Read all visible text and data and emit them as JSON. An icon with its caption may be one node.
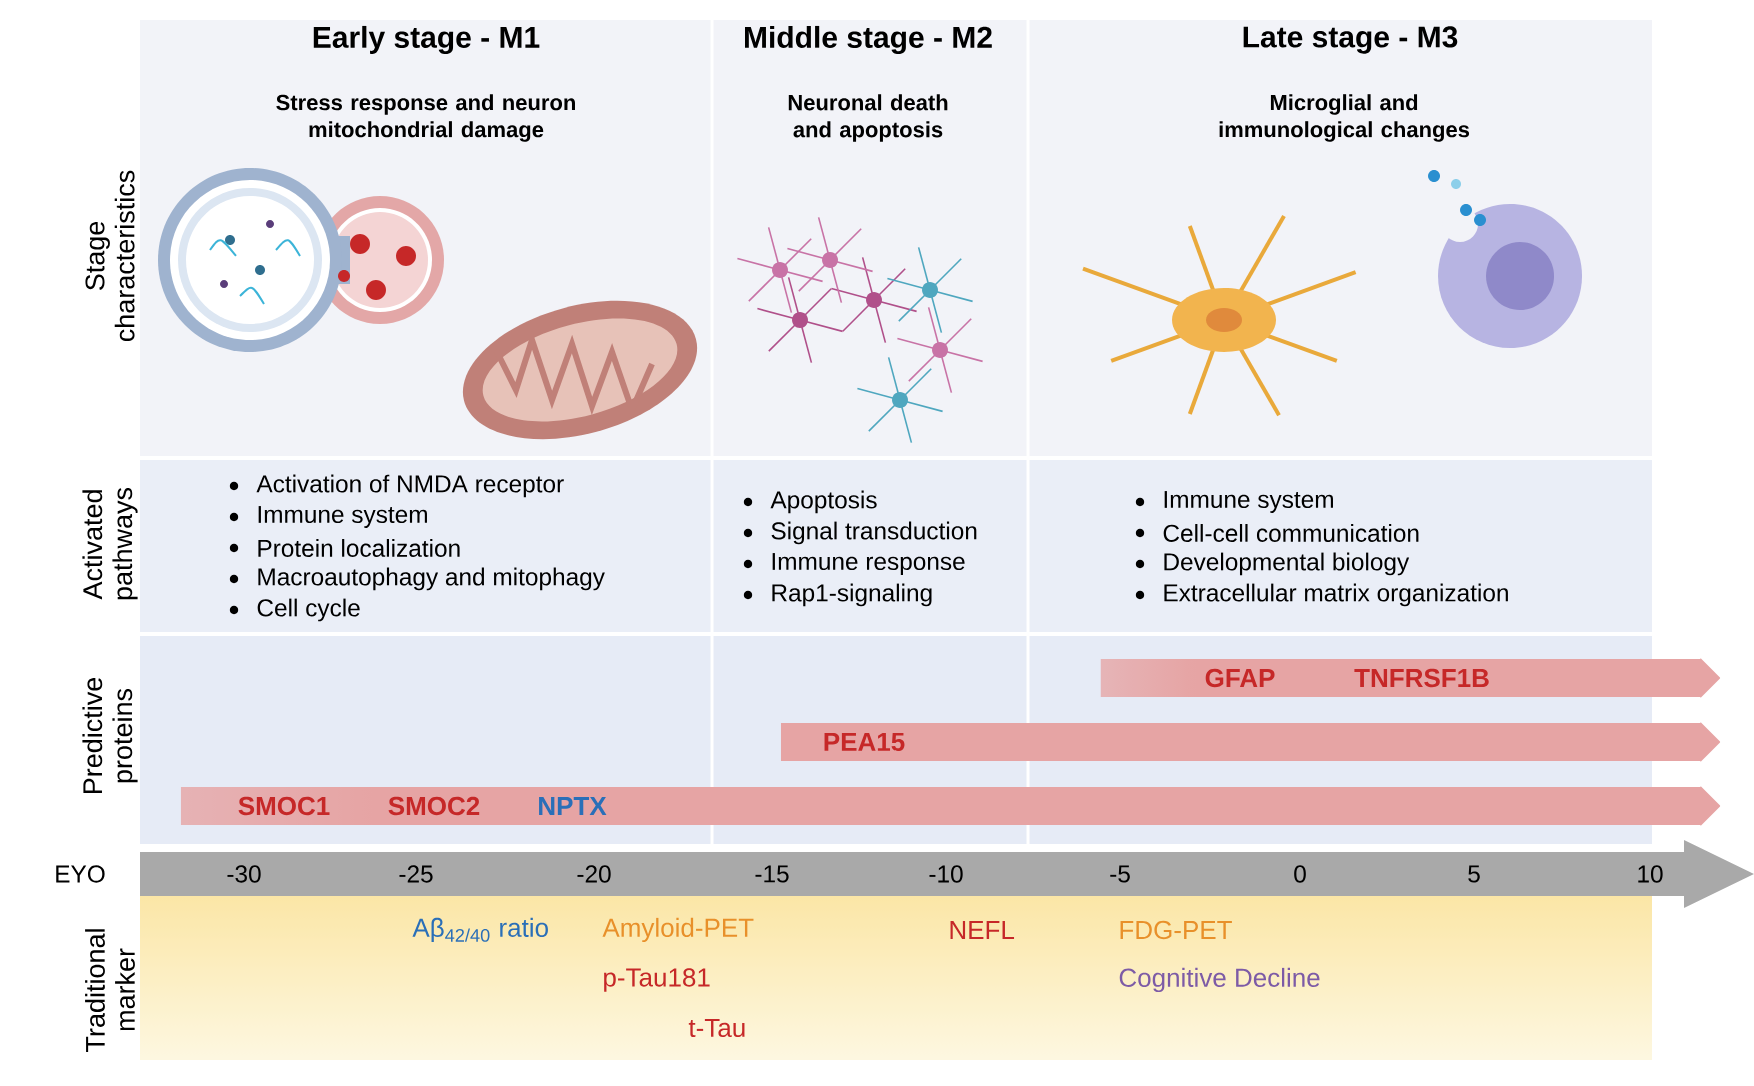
{
  "diagram": {
    "nodes": [
      {
        "text": [
          "GFAP",
          "TNFRSF1B"
        ]
      },
      {
        "text": [
          "PEA15"
        ]
      },
      {
        "text": [
          "SMOC1",
          "SMOC2",
          "NPTX"
        ]
      }
    ],
    "labels": [
      "Early stage - M1",
      "Middle stage - M2",
      "Late stage - M3",
      "Stress response and neuron mitochondrial damage",
      "Neuronal death and apoptosis",
      "Microglial and immunological changes",
      "Stage characteristics",
      "Activated pathways",
      "Activation of NMDA receptor",
      "Immune system",
      "Protein localization",
      "Macroautophagy and mitophagy",
      "Cell cycle",
      "Apoptosis",
      "Signal transduction",
      "Immune response",
      "Rap1-signaling",
      "Immune system",
      "Cell-cell communication",
      "Developmental biology",
      "Extracellular matrix organization",
      "Predictive proteins",
      "EYO",
      "-30",
      "-25",
      "-20",
      "-15",
      "-10",
      "-5",
      "0",
      "5",
      "10",
      "Traditional marker",
      "Aβ$_{42/40}$ ratio",
      "Amyloid-PET",
      "p-Tau181",
      "t-Tau",
      "NEFL",
      "FDG-PET",
      "Cognitive Decline"
    ]
  }
}
